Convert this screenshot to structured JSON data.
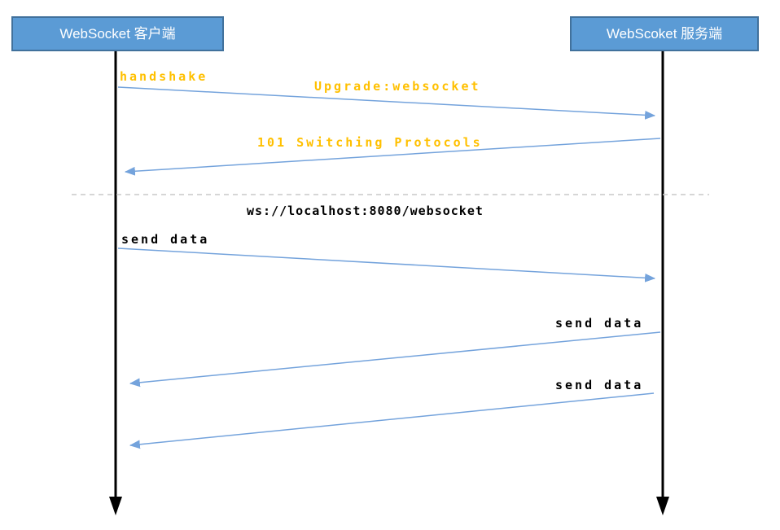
{
  "diagram": {
    "title": "WebSocket handshake and data exchange sequence diagram",
    "actors": [
      {
        "id": "client",
        "label": "WebSocket 客户端"
      },
      {
        "id": "server",
        "label": "WebScoket 服务端"
      }
    ],
    "messages": [
      {
        "label": "handshake",
        "direction": "client-to-server",
        "style": "orange"
      },
      {
        "label": "Upgrade:websocket",
        "direction": "client-to-server",
        "style": "orange"
      },
      {
        "label": "101 Switching Protocols",
        "direction": "server-to-client",
        "style": "orange"
      },
      {
        "label": "ws://localhost:8080/websocket",
        "direction": "separator-note",
        "style": "black"
      },
      {
        "label": "send data",
        "direction": "client-to-server",
        "style": "black"
      },
      {
        "label": "send data",
        "direction": "server-to-client",
        "style": "black"
      },
      {
        "label": "send data",
        "direction": "server-to-client",
        "style": "black"
      }
    ],
    "colors": {
      "actor_fill": "#5b9bd5",
      "actor_border": "#41719c",
      "actor_text": "#ffffff",
      "arrow_blue": "#74a3dc",
      "label_orange": "#ffc000",
      "label_black": "#000000",
      "lifeline_black": "#000000",
      "separator_gray": "#c8c8c8"
    }
  }
}
